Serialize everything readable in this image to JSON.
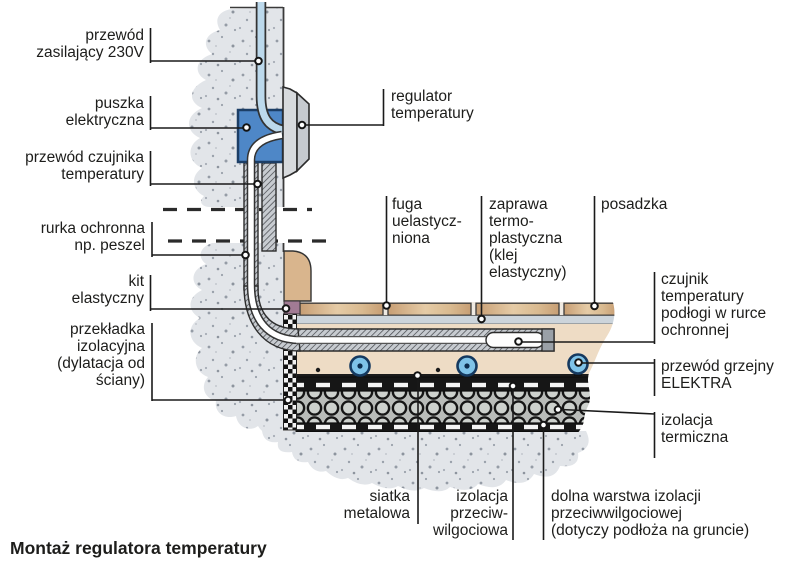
{
  "title": "Montaż regulatora temperatury",
  "labels": {
    "power_cable": "przewód\nzasilający 230V",
    "electrical_box": "puszka\nelektryczna",
    "sensor_cable": "przewód czujnika\ntemperatury",
    "protective_tube": "rurka ochronna\nnp. peszel",
    "elastic_putty": "kit\nelastyczny",
    "insulation_spacer": "przekładka\nizolacyjna\n(dylatacja od\nściany)",
    "regulator": "regulator\ntemperatury",
    "grout": "fuga\nuelastycz-\nniona",
    "mortar": "zaprawa\ntermo-\nplastyczna\n(klej\nelastyczny)",
    "floor_finish": "posadzka",
    "floor_sensor": "czujnik\ntemperatury\npodłogi w rurce\nochronnej",
    "heating_cable": "przewód grzejny\nELEKTRA",
    "thermal_insulation": "izolacja\ntermiczna",
    "metal_mesh": "siatka\nmetalowa",
    "moisture_insulation": "izolacja\nprzeciw-\nwilgociowa",
    "bottom_moisture_layer": "dolna warstwa izolacji\nprzeciwwilgociowej\n(dotyczy podłoża na gruncie)"
  },
  "colors": {
    "box_blue": "#4e87c7",
    "power_cable_blue": "#bcd9ec",
    "heating_cable_fill": "#7fc3e8",
    "tile_tan": "#dcb88e",
    "screed": "#eedcc5",
    "putty_purple": "#a27b94",
    "concrete_gray": "#e2e5e9",
    "regulator_gray": "#d7dadd"
  }
}
